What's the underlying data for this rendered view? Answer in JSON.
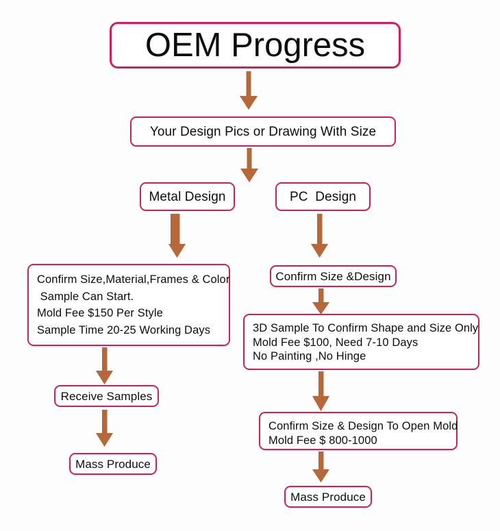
{
  "diagram": {
    "title": "OEM Progress",
    "palette": {
      "box_border": "#cf1f5c",
      "box_fill": "#ffffff",
      "arrow": "#b5683a",
      "text": "#0d0d0d",
      "background": "#fdfdfd"
    },
    "nodes": {
      "title": {
        "text": "OEM Progress"
      },
      "design_input": {
        "text": "Your Design Pics or Drawing With Size"
      },
      "metal_design": {
        "text": "Metal Design"
      },
      "pc_design": {
        "text": "PC  Design"
      },
      "metal_confirm": {
        "lines": [
          "Confirm Size,Material,Frames & Color",
          " Sample Can Start.",
          "Mold Fee $150 Per Style",
          "Sample Time 20-25 Working Days"
        ]
      },
      "metal_receive_samples": {
        "text": "Receive Samples"
      },
      "metal_mass_produce": {
        "text": "Mass Produce"
      },
      "pc_confirm": {
        "text": "Confirm Size &Design"
      },
      "pc_3d_sample": {
        "lines": [
          "3D Sample To Confirm Shape and Size Only",
          "Mold Fee $100, Need 7-10 Days",
          "No Painting ,No Hinge"
        ]
      },
      "pc_open_mold": {
        "lines": [
          "Confirm Size & Design To Open Mold",
          "Mold Fee $ 800-1000"
        ]
      },
      "pc_mass_produce": {
        "text": "Mass Produce"
      }
    },
    "arrows": [
      {
        "name": "arrow-title-to-design-input"
      },
      {
        "name": "arrow-design-input-to-branches"
      },
      {
        "name": "arrow-metal-design-to-confirm"
      },
      {
        "name": "arrow-pc-design-to-confirm"
      },
      {
        "name": "arrow-metal-confirm-to-receive-samples"
      },
      {
        "name": "arrow-receive-samples-to-mass-produce"
      },
      {
        "name": "arrow-pc-confirm-to-3d-sample"
      },
      {
        "name": "arrow-3d-sample-to-open-mold"
      },
      {
        "name": "arrow-open-mold-to-mass-produce"
      }
    ]
  }
}
